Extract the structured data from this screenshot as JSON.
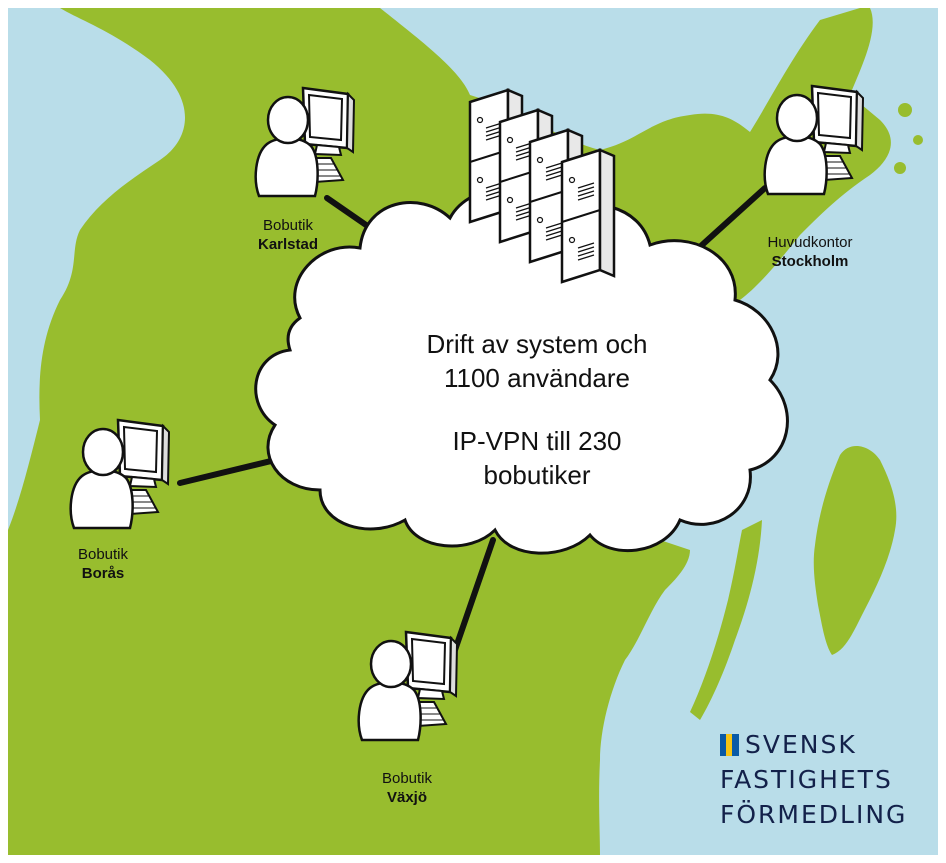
{
  "colors": {
    "water": "#b9dde9",
    "land": "#98bd2e",
    "cloud": "#ffffff",
    "link": "#111111",
    "logo_blue": "#0a5aa6",
    "logo_yellow": "#f6c414",
    "logo_text": "#13214a"
  },
  "cloud": {
    "line1": "Drift av system och",
    "line2": "1100 användare",
    "line3": "IP-VPN till 230",
    "line4": "bobutiker"
  },
  "nodes": {
    "karlstad": {
      "kind": "Bobutik",
      "city": "Karlstad"
    },
    "stockholm": {
      "kind": "Huvudkontor",
      "city": "Stockholm"
    },
    "boras": {
      "kind": "Bobutik",
      "city": "Borås"
    },
    "vaxjo": {
      "kind": "Bobutik",
      "city": "Växjö"
    }
  },
  "logo": {
    "line1": "SVENSK",
    "line2": "FASTIGHETS",
    "line3": "FÖRMEDLING"
  },
  "icons": [
    "server-rack-icon",
    "user-workstation-icon",
    "sweden-flag-icon"
  ]
}
